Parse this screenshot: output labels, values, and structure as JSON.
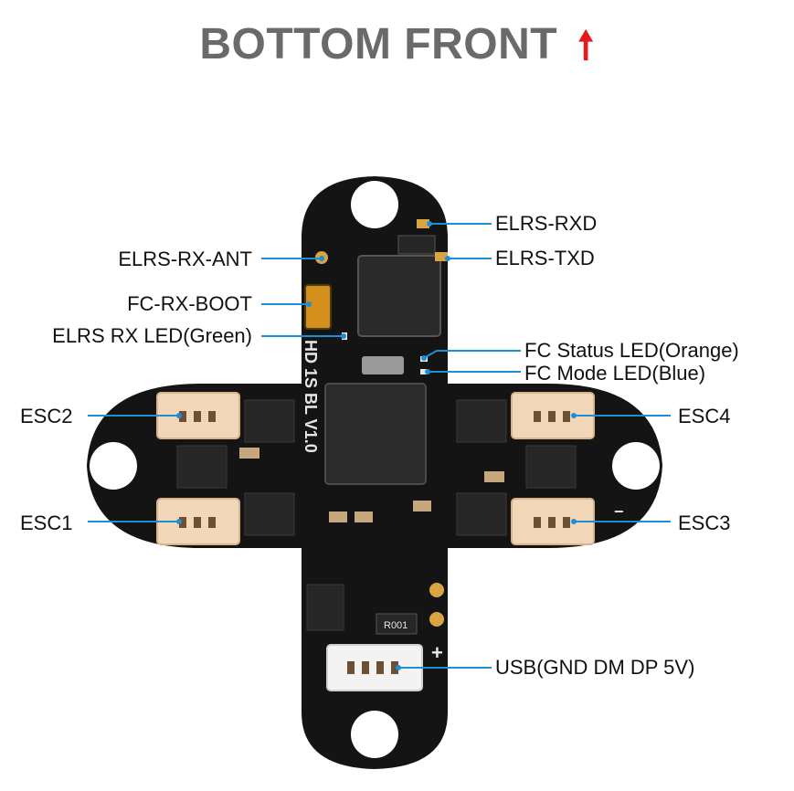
{
  "header": {
    "title": "BOTTOM FRONT",
    "arrow": "🠕"
  },
  "colors": {
    "title": "#6a6a6a",
    "arrow": "#e21b1b",
    "leader": "#1e8fd6",
    "board": "#141414",
    "connector": "#f2d6b8",
    "pad": "#d9a441"
  },
  "labels": {
    "elrs_rxd": "ELRS-RXD",
    "elrs_txd": "ELRS-TXD",
    "elrs_rx_ant": "ELRS-RX-ANT",
    "fc_rx_boot": "FC-RX-BOOT",
    "elrs_rx_led": "ELRS RX LED(Green)",
    "fc_status_led": "FC Status LED(Orange)",
    "fc_mode_led": "FC Mode LED(Blue)",
    "esc1": "ESC1",
    "esc2": "ESC2",
    "esc3": "ESC3",
    "esc4": "ESC4",
    "usb": "USB(GND DM DP 5V)"
  },
  "silkscreen": {
    "board_text": "HD 1S BL V1.0",
    "resistor": "R001",
    "plus": "+",
    "minus": "−"
  }
}
